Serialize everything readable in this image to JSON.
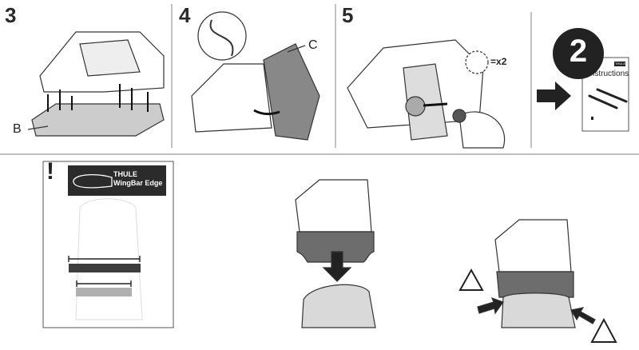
{
  "steps": [
    {
      "number": "3",
      "callout": "B"
    },
    {
      "number": "4",
      "callout": "C"
    },
    {
      "number": "5",
      "callout": "x2",
      "multiplier_sign": "="
    }
  ],
  "next_doc": {
    "number": "2",
    "title": "Instructions",
    "brand_tag": "THULE"
  },
  "warning_panel": {
    "mark": "!",
    "brand": "THULE",
    "product": "WingBar Edge"
  },
  "colors": {
    "ink": "#2a2a2a",
    "dark_bar": "#3d3d3d",
    "light_bar": "#b0b0b0",
    "foot_gray": "#6d6d6d",
    "pad_gray": "#d9d9d9"
  }
}
